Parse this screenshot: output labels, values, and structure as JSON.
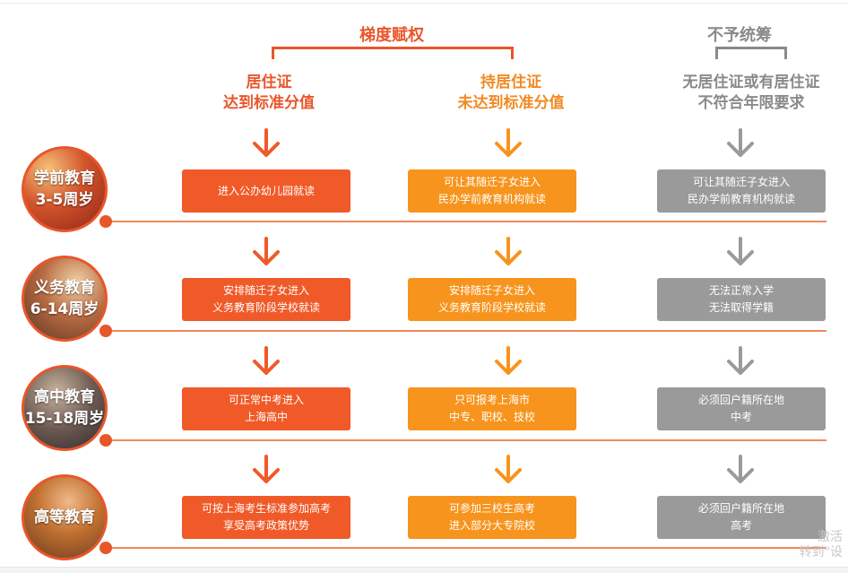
{
  "groups": {
    "tiered": "梯度赋权",
    "excluded": "不予统筹"
  },
  "columns": [
    {
      "line1": "居住证",
      "line2": "达到标准分值"
    },
    {
      "line1": "持居住证",
      "line2": "未达到标准分值"
    },
    {
      "line1": "无居住证或有居住证",
      "line2": "不符合年限要求"
    }
  ],
  "rows": [
    {
      "stage": "学前教育",
      "ages": "3-5周岁",
      "cells": [
        {
          "line1": "进入公办幼儿园就读",
          "line2": ""
        },
        {
          "line1": "可让其随迁子女进入",
          "line2": "民办学前教育机构就读"
        },
        {
          "line1": "可让其随迁子女进入",
          "line2": "民办学前教育机构就读"
        }
      ]
    },
    {
      "stage": "义务教育",
      "ages": "6-14周岁",
      "cells": [
        {
          "line1": "安排随迁子女进入",
          "line2": "义务教育阶段学校就读"
        },
        {
          "line1": "安排随迁子女进入",
          "line2": "义务教育阶段学校就读"
        },
        {
          "line1": "无法正常入学",
          "line2": "无法取得学籍"
        }
      ]
    },
    {
      "stage": "高中教育",
      "ages": "15-18周岁",
      "cells": [
        {
          "line1": "可正常中考进入",
          "line2": "上海高中"
        },
        {
          "line1": "只可报考上海市",
          "line2": "中专、职校、技校"
        },
        {
          "line1": "必须回户籍所在地",
          "line2": "中考"
        }
      ]
    },
    {
      "stage": "高等教育",
      "ages": "",
      "cells": [
        {
          "line1": "可按上海考生标准参加高考",
          "line2": "享受高考政策优势"
        },
        {
          "line1": "可参加三校生高考",
          "line2": "进入部分大专院校"
        },
        {
          "line1": "必须回户籍所在地",
          "line2": "高考"
        }
      ]
    }
  ],
  "watermark": {
    "line1": "激活",
    "line2": "转到\"设"
  },
  "colors": {
    "red": "#f05a28",
    "orange": "#f7941d",
    "grey": "#9a9a9a",
    "red_text": "#e8562a"
  }
}
